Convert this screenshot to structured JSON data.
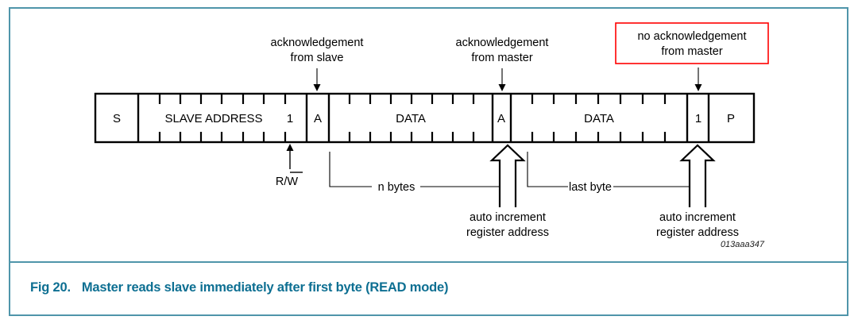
{
  "figure": {
    "caption_number": "Fig 20.",
    "caption_text": "Master reads slave immediately after first byte (READ mode)",
    "figure_id": "013aaa347",
    "caption_color": "#0d6f92",
    "frame_color": "#4f95aa"
  },
  "frame": {
    "packet_fields": [
      {
        "name": "start-condition",
        "label": "S",
        "ticks": 0
      },
      {
        "name": "slave-address",
        "label": "SLAVE ADDRESS",
        "ticks": 7
      },
      {
        "name": "read-write-bit",
        "label": "1",
        "ticks": 0
      },
      {
        "name": "ack-slave",
        "label": "A",
        "ticks": 0
      },
      {
        "name": "data-byte-n",
        "label": "DATA",
        "ticks": 7
      },
      {
        "name": "ack-master",
        "label": "A",
        "ticks": 0
      },
      {
        "name": "data-last-byte",
        "label": "DATA",
        "ticks": 7
      },
      {
        "name": "nack-bit",
        "label": "1",
        "ticks": 0
      },
      {
        "name": "stop-condition",
        "label": "P",
        "ticks": 0
      }
    ]
  },
  "annotations": {
    "ack_from_slave": {
      "line1": "acknowledgement",
      "line2": "from slave"
    },
    "ack_from_master": {
      "line1": "acknowledgement",
      "line2": "from master"
    },
    "no_ack_from_master": {
      "line1": "no acknowledgement",
      "line2": "from master",
      "box_color": "#ff0000",
      "highlighted": true
    },
    "read_write": {
      "label": "R/W",
      "overline_on": "W"
    },
    "n_bytes": {
      "label": "n bytes"
    },
    "last_byte": {
      "label": "last byte"
    },
    "auto_increment_1": {
      "line1": "auto increment",
      "line2": "register address"
    },
    "auto_increment_2": {
      "line1": "auto increment",
      "line2": "register address"
    }
  }
}
